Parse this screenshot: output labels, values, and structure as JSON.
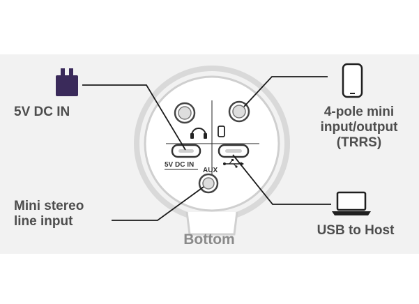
{
  "labels": {
    "dc_in": "5V DC IN",
    "trrs": [
      "4-pole mini",
      "input/output",
      "(TRRS)"
    ],
    "mini_stereo": [
      "Mini stereo",
      "line input"
    ],
    "usb_host": "USB to Host",
    "bottom": "Bottom"
  },
  "device_text": {
    "dc_in_small": "5V DC IN",
    "aux": "AUX"
  },
  "icons": [
    "power-adapter-icon",
    "phone-icon",
    "laptop-icon",
    "headphones-icon",
    "mini-phone-icon",
    "usb-symbol-icon"
  ],
  "colors": {
    "panel": "#f2f2f2",
    "device_outline": "#c8c8c8",
    "leader_line": "#1a1a1a",
    "accent_purple": "#3a2a5a",
    "label_text": "#4d4d4d"
  }
}
